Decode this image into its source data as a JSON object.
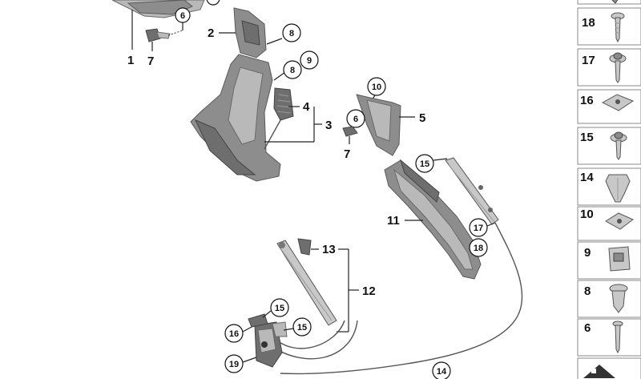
{
  "callouts": {
    "c1": "1",
    "c2": "2",
    "c3": "3",
    "c4": "4",
    "c5": "5",
    "c6a": "6",
    "c6b": "6",
    "c7a": "7",
    "c7b": "7",
    "c8a": "8",
    "c8b": "8",
    "c9": "9",
    "c10": "10",
    "c11": "11",
    "c12": "12",
    "c13": "13",
    "c14": "14",
    "c15a": "15",
    "c15b": "15",
    "c15c": "15",
    "c16": "16",
    "c17": "17",
    "c18": "18",
    "c19": "19"
  },
  "sidebar": {
    "items": [
      {
        "label": "18",
        "icon": "screw-icon"
      },
      {
        "label": "17",
        "icon": "screw-with-washer-icon"
      },
      {
        "label": "16",
        "icon": "spring-nut-icon"
      },
      {
        "label": "15",
        "icon": "screw-with-washer-icon"
      },
      {
        "label": "14",
        "icon": "expanding-rivet-icon"
      },
      {
        "label": "10",
        "icon": "clip-nut-icon"
      },
      {
        "label": "9",
        "icon": "retaining-clip-icon"
      },
      {
        "label": "8",
        "icon": "push-rivet-icon"
      },
      {
        "label": "6",
        "icon": "bolt-icon"
      }
    ]
  },
  "colors": {
    "part": "#8d8d8d",
    "line": "#222222",
    "background": "#ffffff"
  }
}
